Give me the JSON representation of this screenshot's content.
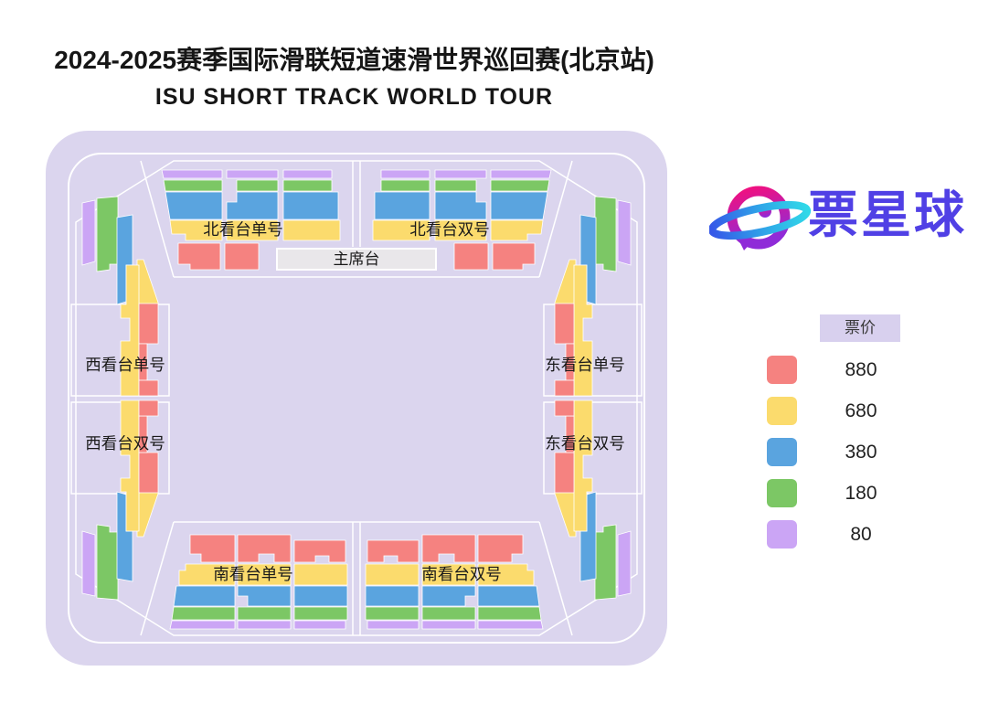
{
  "title": {
    "line1": "2024-2025赛季国际滑联短道速滑世界巡回赛(北京站)",
    "line2": "ISU SHORT TRACK WORLD TOUR"
  },
  "brand": {
    "name": "票星球",
    "text_color": "#5040E5",
    "icon_colors": {
      "planet_top": "#F2107E",
      "planet_bottom": "#8F2BD8",
      "ring_left": "#3558E8",
      "ring_right": "#30D8E8"
    }
  },
  "stadium": {
    "background": "#DBD5EE",
    "outline": "#FFFFFF",
    "stage_fill": "#E9E7EA"
  },
  "map": {
    "stage_label": "主席台",
    "sections": [
      {
        "id": "north-stand-odd",
        "label": "北看台单号"
      },
      {
        "id": "north-stand-even",
        "label": "北看台双号"
      },
      {
        "id": "west-stand-odd",
        "label": "西看台单号"
      },
      {
        "id": "west-stand-even",
        "label": "西看台双号"
      },
      {
        "id": "east-stand-odd",
        "label": "东看台单号"
      },
      {
        "id": "east-stand-even",
        "label": "东看台双号"
      },
      {
        "id": "south-stand-odd",
        "label": "南看台单号"
      },
      {
        "id": "south-stand-even",
        "label": "南看台双号"
      }
    ]
  },
  "legend": {
    "header": "票价",
    "tiers": [
      {
        "price": "880",
        "color": "#F58280"
      },
      {
        "price": "680",
        "color": "#FBDB6D"
      },
      {
        "price": "380",
        "color": "#5AA4DF"
      },
      {
        "price": "180",
        "color": "#7CC765"
      },
      {
        "price": "80",
        "color": "#CBA5F5"
      }
    ]
  }
}
